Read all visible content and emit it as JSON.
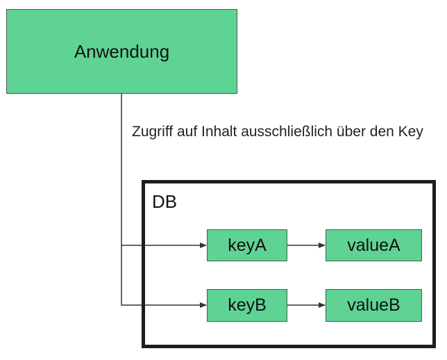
{
  "application": {
    "label": "Anwendung"
  },
  "access_note": "Zugriff auf Inhalt ausschließlich über den Key",
  "database": {
    "label": "DB",
    "entries": [
      {
        "key": "keyA",
        "value": "valueA"
      },
      {
        "key": "keyB",
        "value": "valueB"
      }
    ]
  },
  "colors": {
    "box_fill": "#5fd394",
    "frame": "#1e1e1e",
    "line": "#333333"
  }
}
